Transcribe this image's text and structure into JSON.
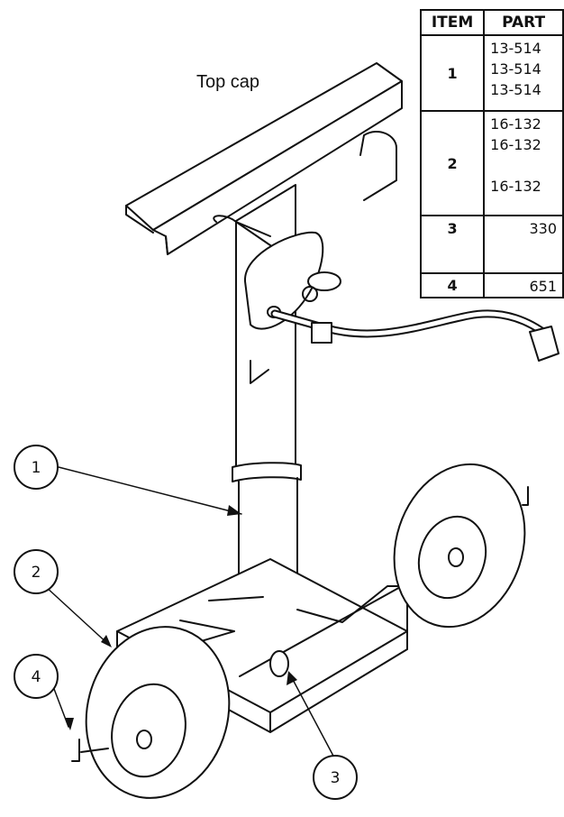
{
  "label": "Top cap",
  "bom": {
    "headers": [
      "ITEM",
      "PART"
    ],
    "rows": [
      {
        "item": "1",
        "parts": [
          "13-514",
          "13-514",
          "13-514"
        ]
      },
      {
        "item": "2",
        "parts": [
          "16-132",
          "16-132",
          "",
          "16-132"
        ]
      },
      {
        "item": "3",
        "parts": [
          "330"
        ]
      },
      {
        "item": "4",
        "parts": [
          "651"
        ]
      }
    ]
  },
  "callouts": [
    "1",
    "2",
    "3",
    "4"
  ]
}
